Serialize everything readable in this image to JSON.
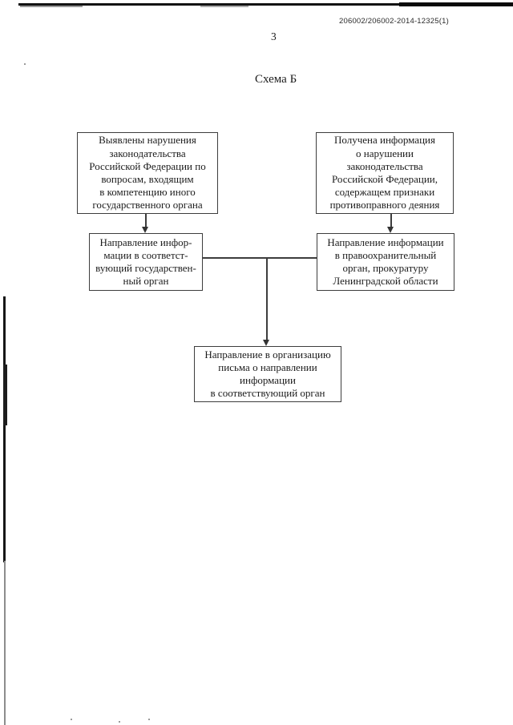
{
  "page": {
    "doc_number": "206002/206002-2014-12325(1)",
    "page_number": "3",
    "title": "Схема Б"
  },
  "flowchart": {
    "box_top_left": {
      "lines": [
        "Выявлены нарушения",
        "законодательства",
        "Российской Федерации по",
        "вопросам, входящим",
        "в компетенцию иного",
        "государственного органа"
      ]
    },
    "box_top_right": {
      "lines": [
        "Получена информация",
        "о нарушении",
        "законодательства",
        "Российской Федерации,",
        "содержащем признаки",
        "противоправного деяния"
      ]
    },
    "box_mid_left": {
      "lines": [
        "Направление инфор-",
        "мации  в соответст-",
        "вующий государствен-",
        "ный орган"
      ]
    },
    "box_mid_right": {
      "lines": [
        "Направление информации",
        "в правоохранительный",
        "орган,  прокуратуру",
        "Ленинградской области"
      ]
    },
    "box_bottom": {
      "lines": [
        "Направление в организацию",
        "письма о направлении",
        "информации",
        "в соответствующий орган"
      ]
    }
  },
  "colors": {
    "paper": "#ffffff",
    "ink": "#1c1c1c",
    "line": "#3d3d3d",
    "scan_artifact": "#121212"
  }
}
